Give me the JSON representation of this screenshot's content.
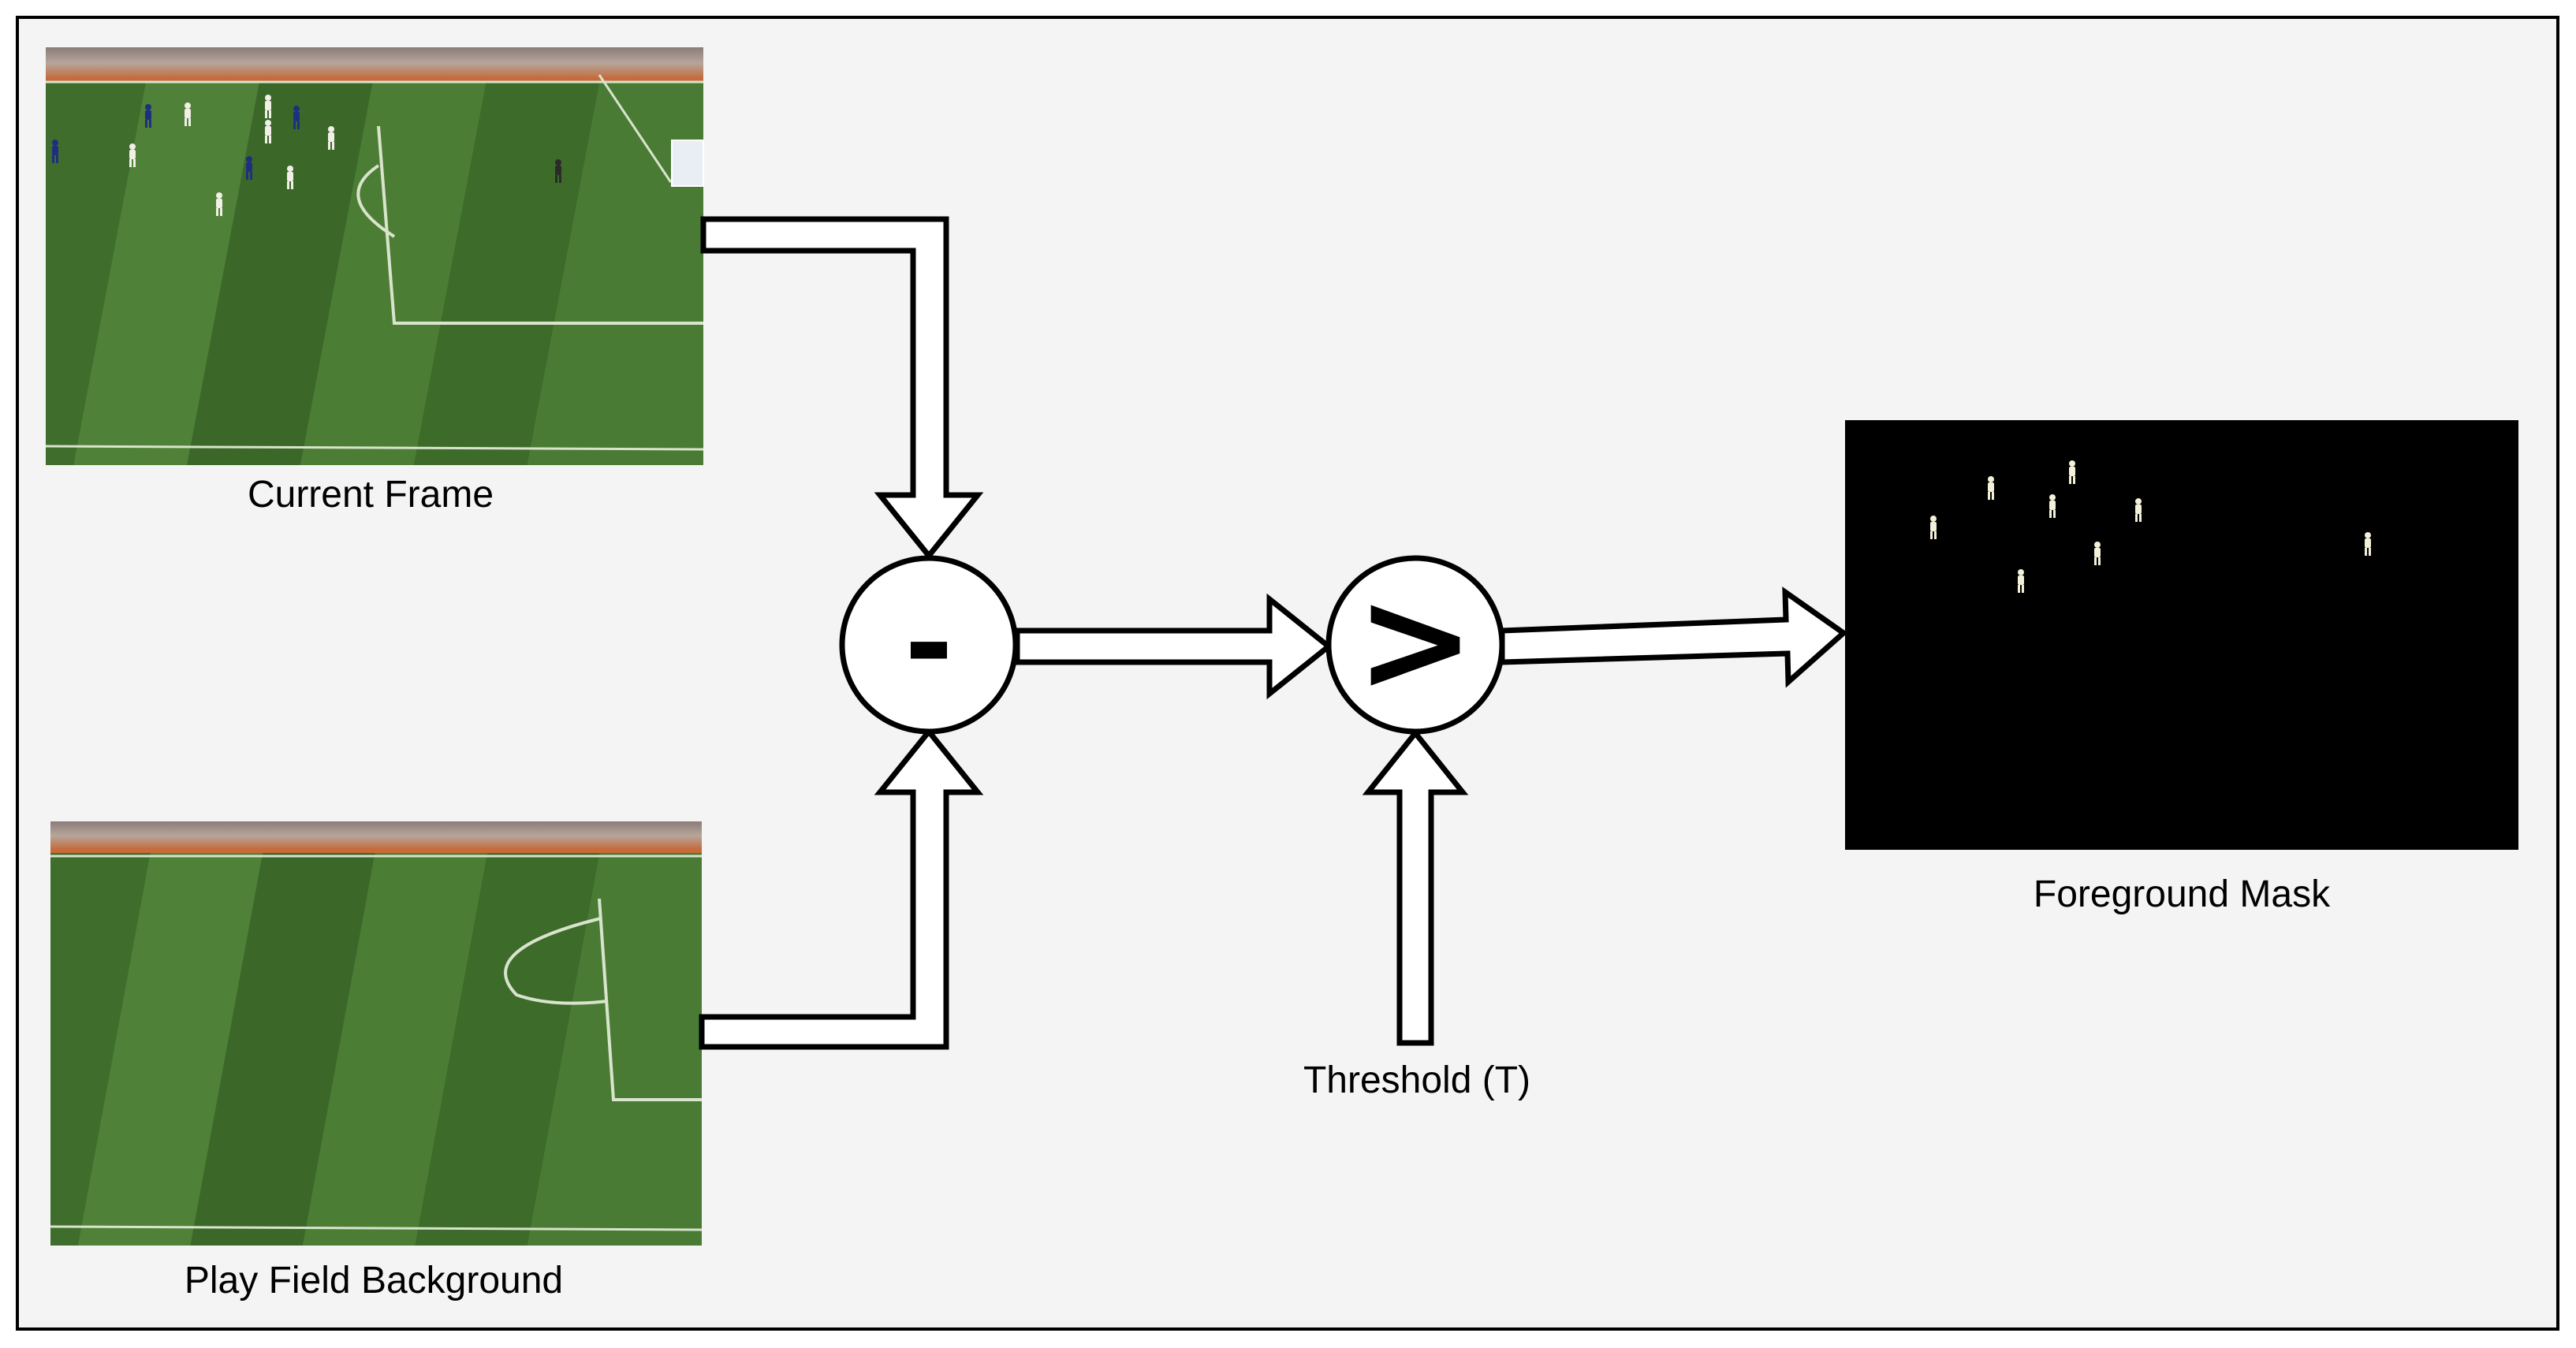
{
  "diagram": {
    "type": "background-subtraction-pipeline",
    "nodes": {
      "current_frame": {
        "label": "Current Frame",
        "content": "broadcast soccer frame with players"
      },
      "play_field_background": {
        "label": "Play Field Background",
        "content": "empty soccer pitch background"
      },
      "subtract_operator": {
        "symbol": "-"
      },
      "compare_operator": {
        "symbol": ">"
      },
      "threshold": {
        "label": "Threshold (T)"
      },
      "foreground_mask": {
        "label": "Foreground Mask",
        "content": "binary mask of player silhouettes"
      }
    },
    "edges": [
      {
        "from": "current_frame",
        "to": "subtract_operator"
      },
      {
        "from": "play_field_background",
        "to": "subtract_operator"
      },
      {
        "from": "subtract_operator",
        "to": "compare_operator"
      },
      {
        "from": "threshold",
        "to": "compare_operator"
      },
      {
        "from": "compare_operator",
        "to": "foreground_mask"
      }
    ]
  },
  "colors": {
    "canvas_background": "#f4f4f4",
    "frame_border": "#000000",
    "grass_light": "#4a7a34",
    "grass_dark": "#2f5a22",
    "mask_background": "#000000",
    "silhouette": "#f2f0d8"
  }
}
